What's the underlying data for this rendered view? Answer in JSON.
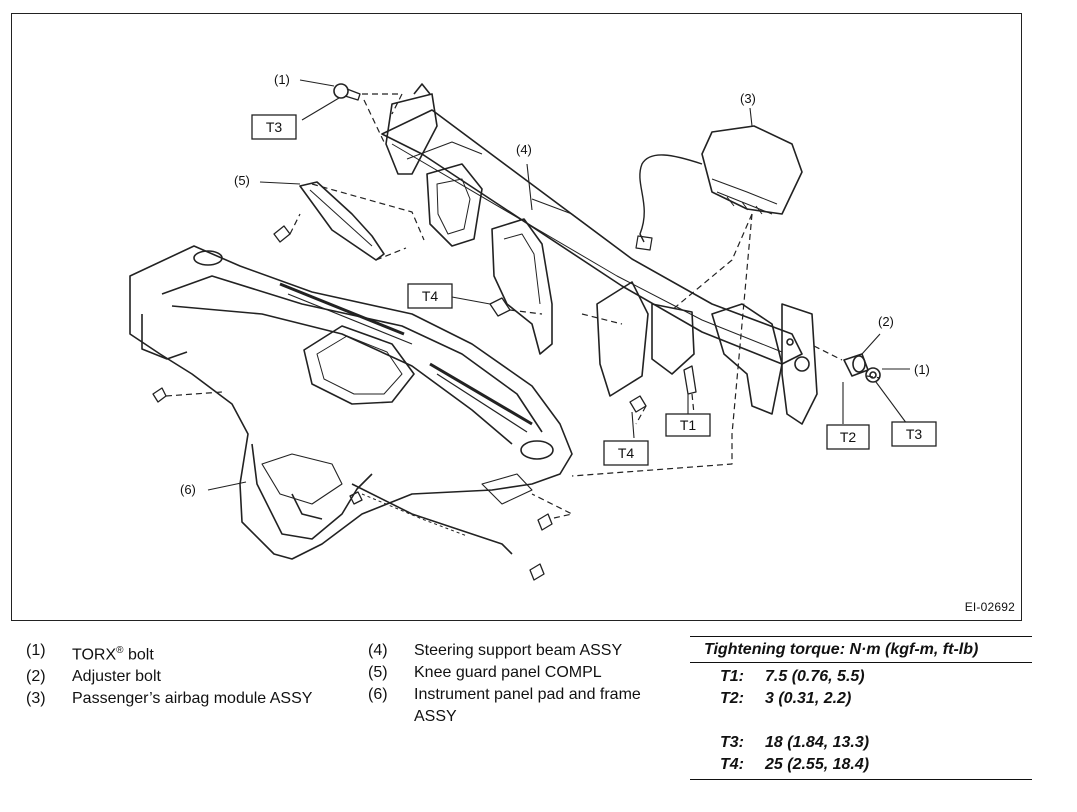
{
  "figure": {
    "id": "EI-02692",
    "callouts": [
      "(1)",
      "(2)",
      "(3)",
      "(4)",
      "(5)",
      "(6)"
    ],
    "torque_tags": [
      "T1",
      "T2",
      "T3",
      "T4"
    ]
  },
  "legend": [
    {
      "num": "(1)",
      "text": "TORX",
      "sup": "®",
      "tail": " bolt"
    },
    {
      "num": "(2)",
      "text": "Adjuster bolt"
    },
    {
      "num": "(3)",
      "text": "Passenger’s airbag module ASSY"
    },
    {
      "num": "(4)",
      "text": "Steering support beam ASSY"
    },
    {
      "num": "(5)",
      "text": "Knee guard panel COMPL"
    },
    {
      "num": "(6)",
      "text": "Instrument panel pad and frame ASSY"
    }
  ],
  "torque": {
    "heading": "Tightening torque: N·m (kgf-m, ft-lb)",
    "rows": [
      {
        "key": "T1:",
        "value": "7.5 (0.76, 5.5)"
      },
      {
        "key": "T2:",
        "value": "3 (0.31, 2.2)"
      },
      {
        "key": "T3:",
        "value": "18 (1.84, 13.3)"
      },
      {
        "key": "T4:",
        "value": "25 (2.55, 18.4)"
      }
    ]
  }
}
